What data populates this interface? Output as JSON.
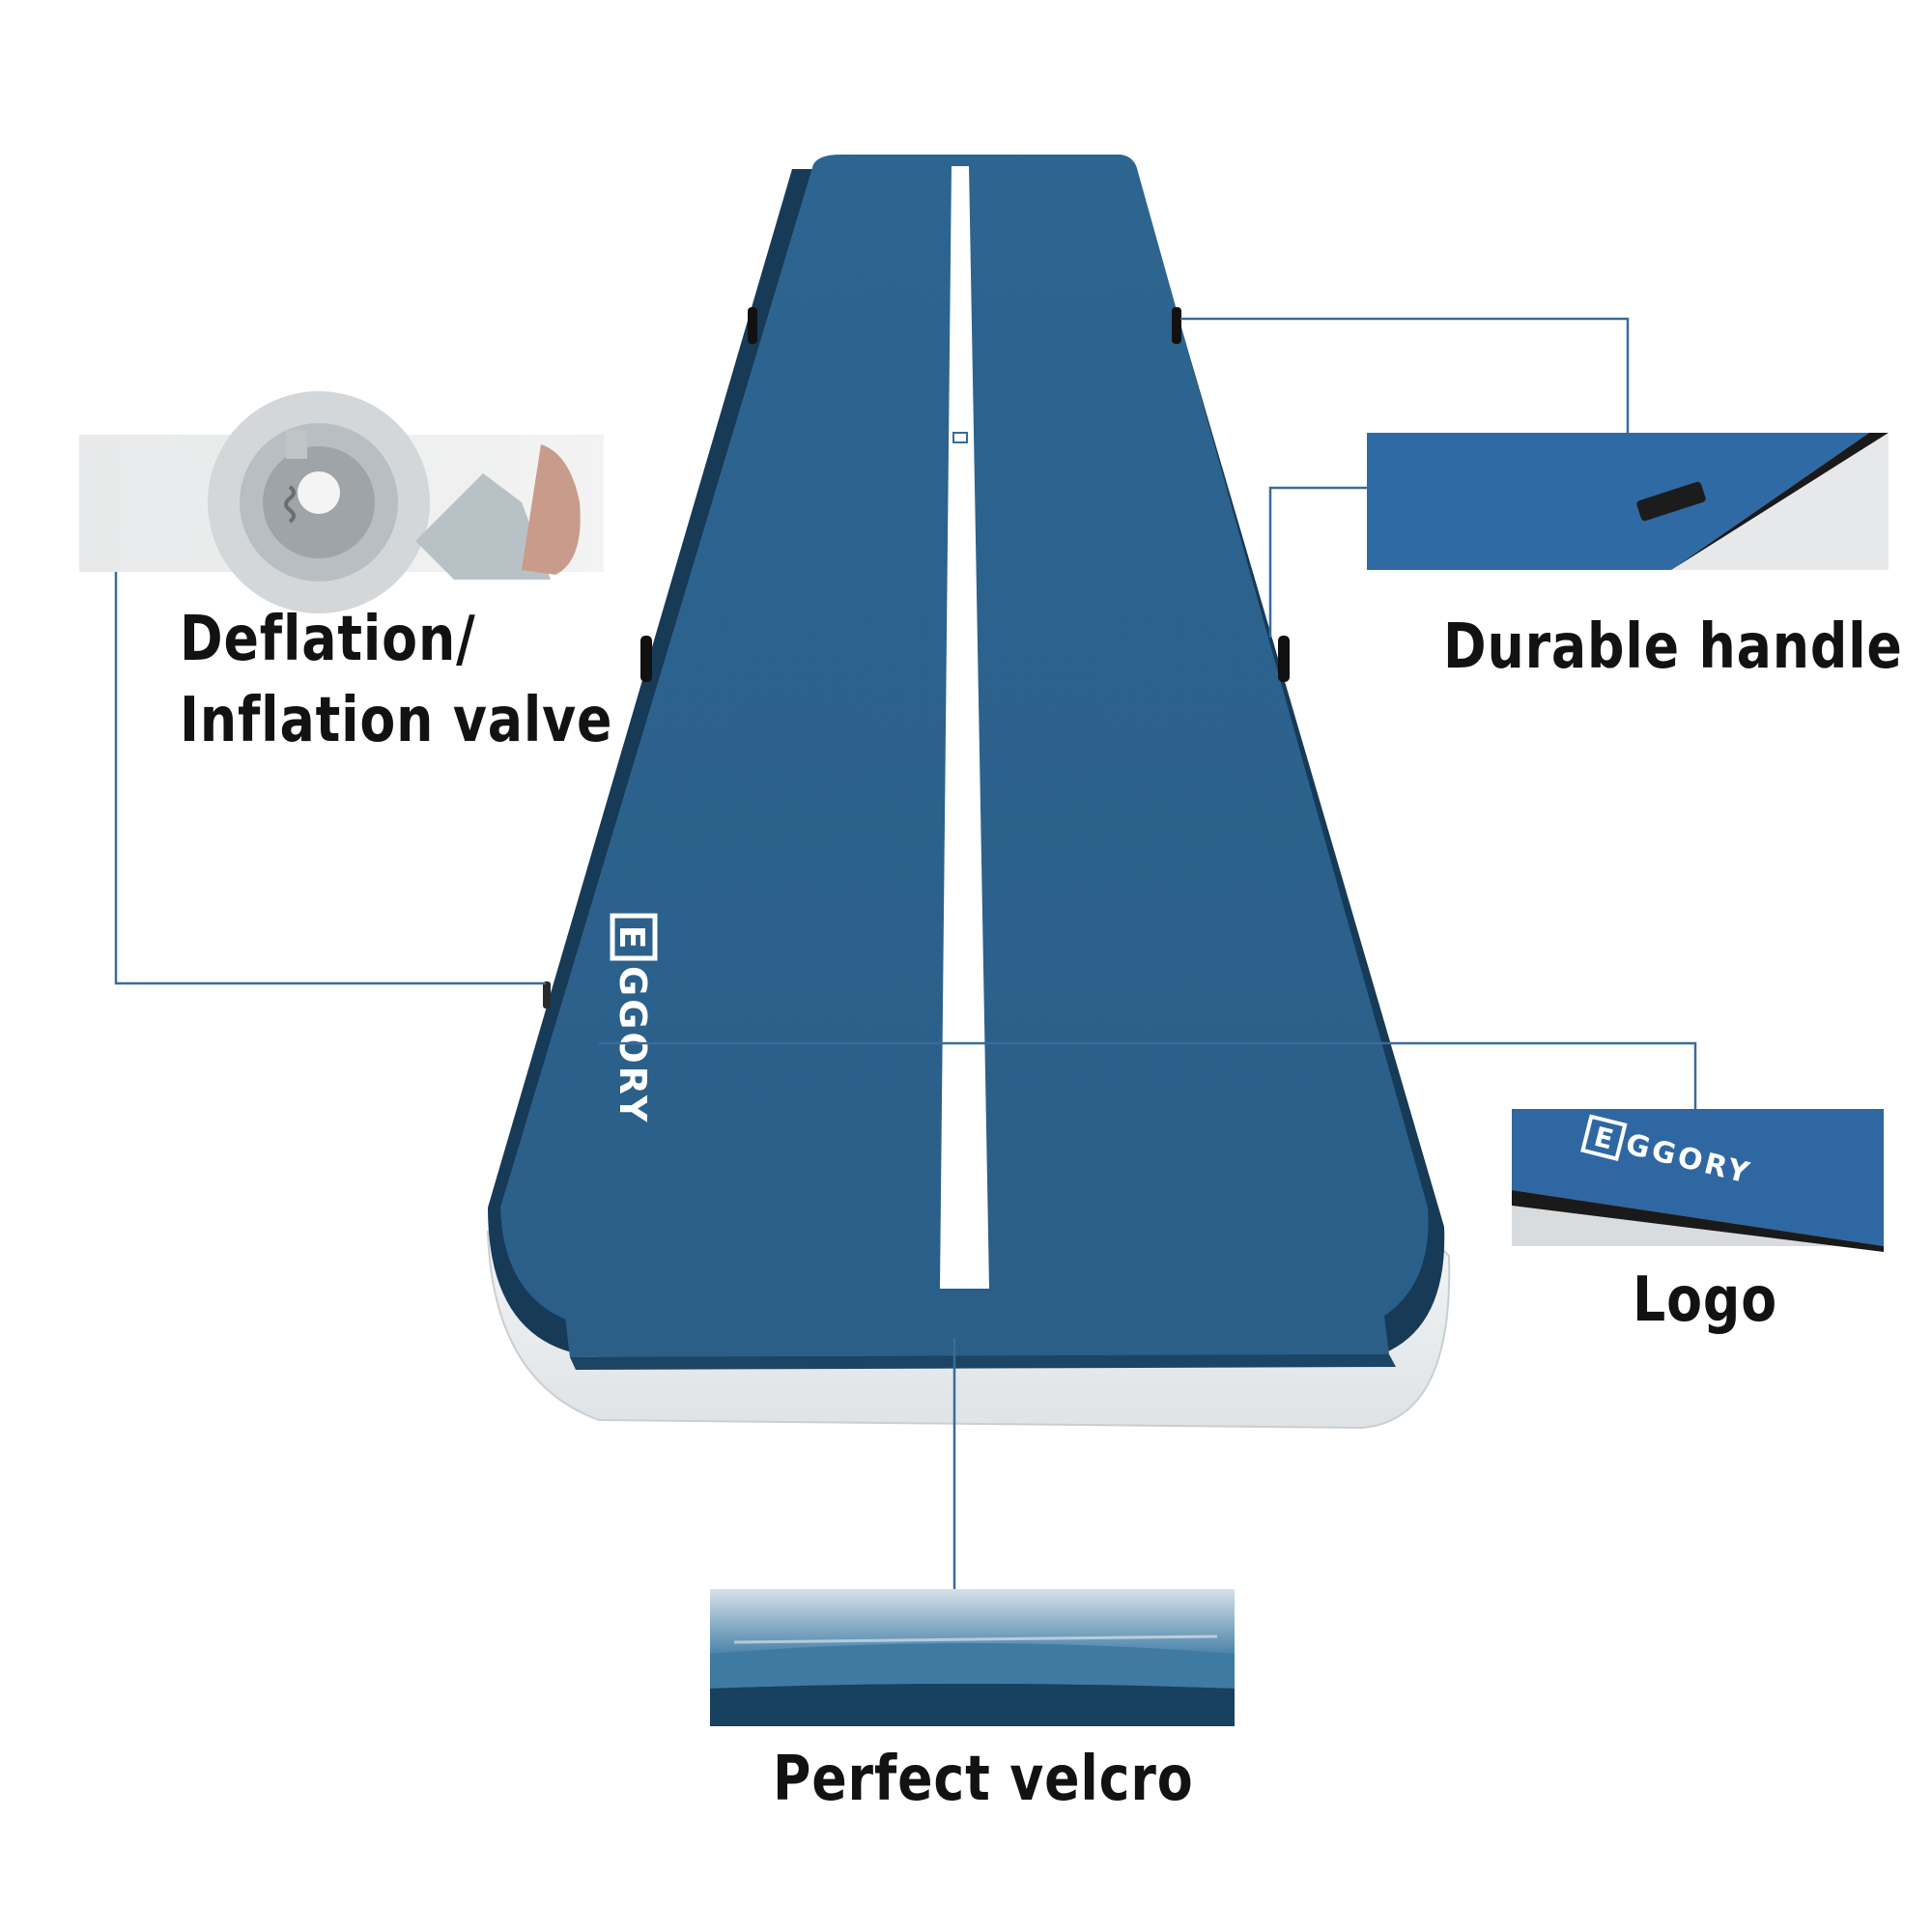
{
  "callouts": {
    "valve": {
      "line1": "Deflation/",
      "line2": "Inflation valve"
    },
    "handle": {
      "label": "Durable handle"
    },
    "logo": {
      "label": "Logo"
    },
    "velcro": {
      "label": "Perfect velcro"
    }
  },
  "brand": {
    "initial": "E",
    "rest": "GGORY"
  },
  "colors": {
    "mat_blue": "#2f6691",
    "mat_edge": "#173a57",
    "mat_base": "#e9ecee",
    "stripe": "#ffffff",
    "callout_line": "#3a6b99",
    "label_text": "#121212"
  },
  "icons": [
    "valve-photo",
    "handle-photo",
    "logo-photo",
    "velcro-photo"
  ]
}
